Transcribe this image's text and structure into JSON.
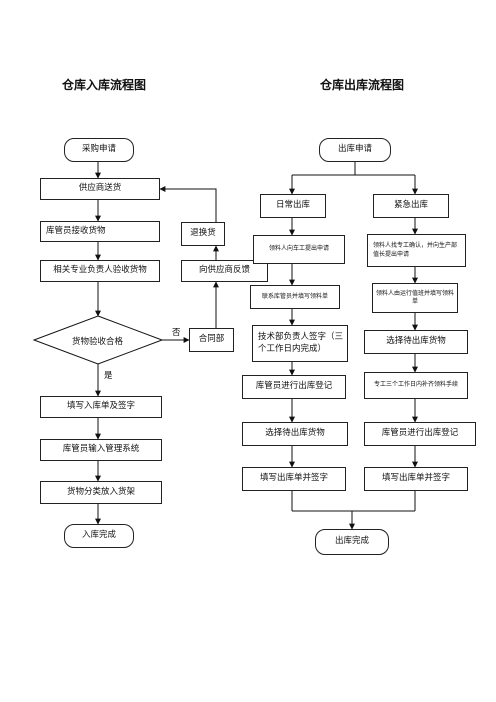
{
  "titles": {
    "inbound": "仓库入库流程图",
    "outbound": "仓库出库流程图"
  },
  "inbound": {
    "purchase_request": "采购申请",
    "supplier_delivery": "供应商送货",
    "receive_goods": "库管员接收货物",
    "inspect_goods": "相关专业负责人验收货物",
    "inspection_pass": "货物验收合格",
    "fill_inbound_form": "填写入库单及签字",
    "enter_system": "库管员输入管理系统",
    "shelve_goods": "货物分类放入货架",
    "inbound_complete": "入库完成",
    "return_exchange": "退换货",
    "supplier_feedback": "向供应商反馈",
    "contract_dept": "合同部",
    "label_no": "否",
    "label_yes": "是"
  },
  "outbound": {
    "outbound_request": "出库申请",
    "daily_outbound": "日常出库",
    "urgent_outbound": "紧急出库",
    "daily_step1": "领料人向车工提出申请",
    "daily_step2": "联系库管员并填写领料单",
    "daily_step3": "技术部负责人签字（三个工作日内完成）",
    "daily_step4": "库管员进行出库登记",
    "daily_step5": "选择待出库货物",
    "daily_step6": "填写出库单并签字",
    "urgent_step1": "领料人找专工确认，并向生产部值长提出申请",
    "urgent_step2": "领料人由运行值班并填写领料单",
    "urgent_step3": "选择待出库货物",
    "urgent_step4": "专工三个工作日内补齐领料手续",
    "urgent_step5": "库管员进行出库登记",
    "urgent_step6": "填写出库单并签字",
    "outbound_complete": "出库完成"
  }
}
